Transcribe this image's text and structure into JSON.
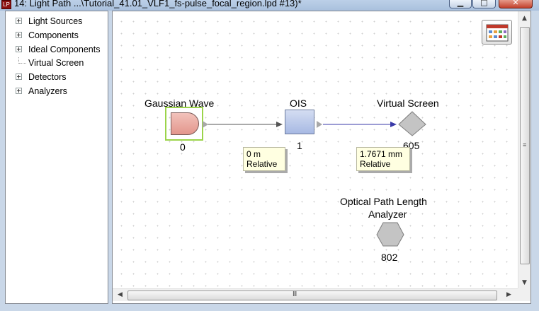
{
  "window": {
    "app_icon": "app-icon",
    "title": "14: Light Path ...\\Tutorial_41.01_VLF1_fs-pulse_focal_region.lpd #13)*",
    "buttons": {
      "minimize": "minimize-icon",
      "maximize": "maximize-icon",
      "close": "close-icon"
    }
  },
  "tree": {
    "items": [
      {
        "label": "Light Sources",
        "expandable": true
      },
      {
        "label": "Components",
        "expandable": true
      },
      {
        "label": "Ideal Components",
        "expandable": true
      },
      {
        "label": "Virtual Screen",
        "expandable": false
      },
      {
        "label": "Detectors",
        "expandable": true
      },
      {
        "label": "Analyzers",
        "expandable": true
      }
    ]
  },
  "canvas": {
    "palette_icon": "catalog-palette-icon",
    "components": [
      {
        "label": "Gaussian Wave",
        "id": "0",
        "shape": "light-source",
        "selected": true,
        "color": "#e8a59c"
      },
      {
        "label": "OIS",
        "id": "1",
        "shape": "box",
        "color": "#b7c6ea"
      },
      {
        "label": "Virtual Screen",
        "id": "605",
        "shape": "diamond",
        "color": "#bdbdbd"
      },
      {
        "label_line1": "Optical Path Length",
        "label_line2": "Analyzer",
        "id": "802",
        "shape": "hexagon",
        "color": "#bdbdbd"
      }
    ],
    "connections": [
      {
        "from": "0",
        "to": "1",
        "distance": "0 m",
        "mode": "Relative",
        "color": "#555555"
      },
      {
        "from": "1",
        "to": "605",
        "distance": "1.7671 mm",
        "mode": "Relative",
        "color": "#3a3aa8"
      }
    ],
    "selection_color": "#9bd44a"
  },
  "scrollbars": {
    "vertical": {
      "up": "scroll-up-icon",
      "down": "scroll-down-icon"
    },
    "horizontal": {
      "left": "scroll-left-icon",
      "right": "scroll-right-icon"
    }
  }
}
